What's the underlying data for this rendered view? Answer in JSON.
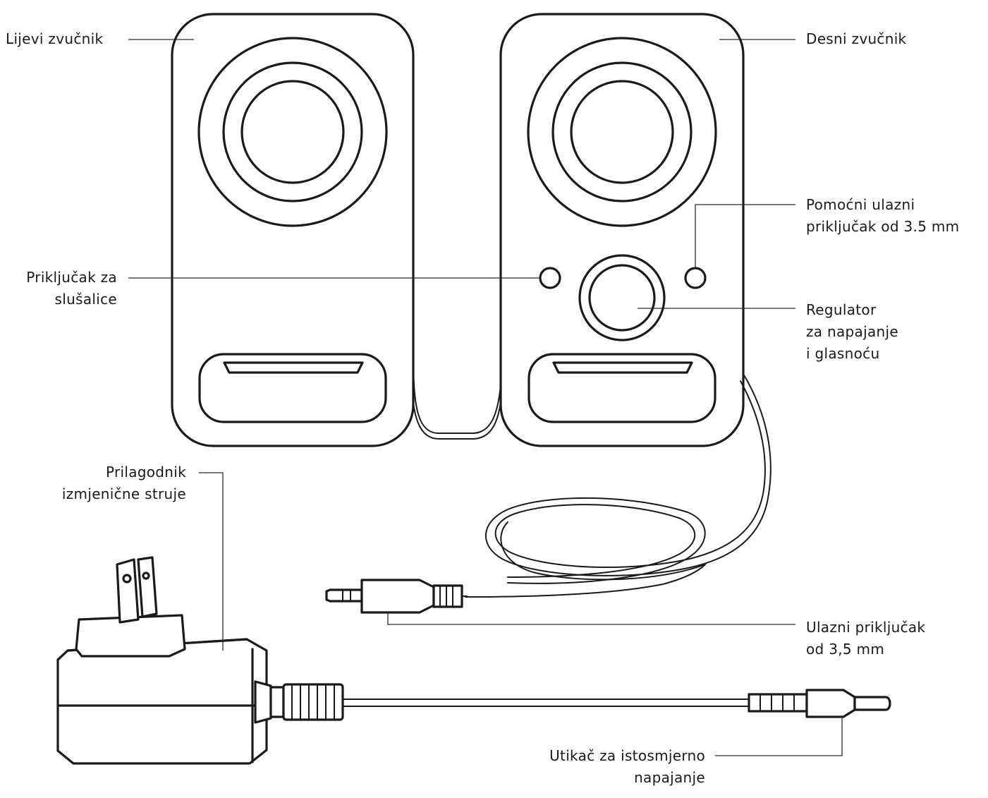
{
  "labels": {
    "left_speaker": [
      "Lijevi zvučnik"
    ],
    "right_speaker": [
      "Desni zvučnik"
    ],
    "aux_input": [
      "Pomoćni  ulazni",
      "priključak od 3.5 mm"
    ],
    "headphone_jack": [
      "Priključak za",
      "slušalice"
    ],
    "power_volume_knob": [
      "Regulator",
      "za napajanje",
      "i glasnoću"
    ],
    "ac_adapter": [
      "Prilagodnik",
      "izmjenične struje"
    ],
    "input_jack": [
      "Ulazni priključak",
      "od 3,5 mm"
    ],
    "dc_plug": [
      "Utikač za istosmjerno",
      "napajanje"
    ]
  },
  "colors": {
    "line": "#1a1a1a",
    "background": "#ffffff"
  }
}
